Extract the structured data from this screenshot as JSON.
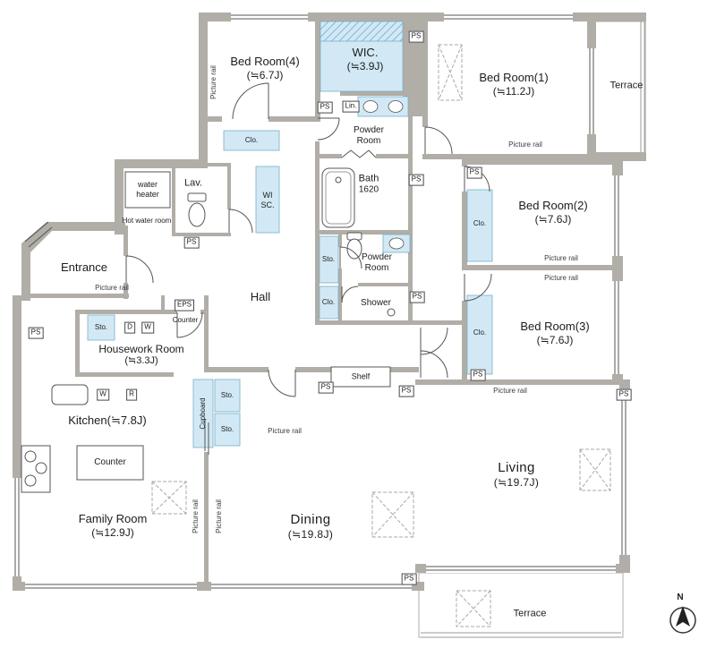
{
  "rooms": {
    "bedroom4": {
      "name": "Bed Room(4)",
      "size": "(≒6.7J)"
    },
    "wic": {
      "name": "WIC.",
      "size": "(≒3.9J)"
    },
    "bedroom1": {
      "name": "Bed Room(1)",
      "size": "(≒11.2J)"
    },
    "bedroom2": {
      "name": "Bed Room(2)",
      "size": "(≒7.6J)"
    },
    "bedroom3": {
      "name": "Bed Room(3)",
      "size": "(≒7.6J)"
    },
    "living": {
      "name": "Living",
      "size": "(≒19.7J)"
    },
    "dining": {
      "name": "Dining",
      "size": "(≒19.8J)"
    },
    "family_room": {
      "name": "Family Room",
      "size": "(≒12.9J)"
    },
    "housework_room": {
      "name": "Housework Room",
      "size": "(≒3.3J)"
    },
    "kitchen": {
      "name": "Kitchen(≒7.8J)"
    },
    "entrance": {
      "name": "Entrance"
    },
    "hall": {
      "name": "Hall"
    },
    "lavatory": {
      "name": "Lav."
    },
    "bath": {
      "name": "Bath",
      "size_code": "1620"
    },
    "powder_room_upper": {
      "line1": "Powder",
      "line2": "Room"
    },
    "powder_room_lower": {
      "line1": "Powder",
      "line2": "Room"
    },
    "shower": {
      "name": "Shower"
    },
    "water_heater": {
      "line1": "water",
      "line2": "heater"
    },
    "hot_water_room": {
      "name": "Hot water room"
    },
    "walk_in_storage": {
      "line1": "WI",
      "line2": "SC."
    },
    "terrace_right": {
      "name": "Terrace"
    },
    "terrace_bottom": {
      "name": "Terrace"
    }
  },
  "labels": {
    "picture_rail": "Picture rail",
    "ps": "PS",
    "eps": "EPS",
    "sto": "Sto.",
    "clo": "Clo.",
    "lin": "Lin.",
    "shelf": "Shelf",
    "counter": "Counter",
    "cupboard": "Cupboard",
    "d": "D",
    "w": "W",
    "r": "R",
    "north": "N"
  },
  "colors": {
    "wall": "#b1ada7",
    "fixture_blue": "#d2e9f5",
    "fixture_blue_border": "#79aec9",
    "line": "#555555",
    "dash": "#a9a9a9"
  }
}
